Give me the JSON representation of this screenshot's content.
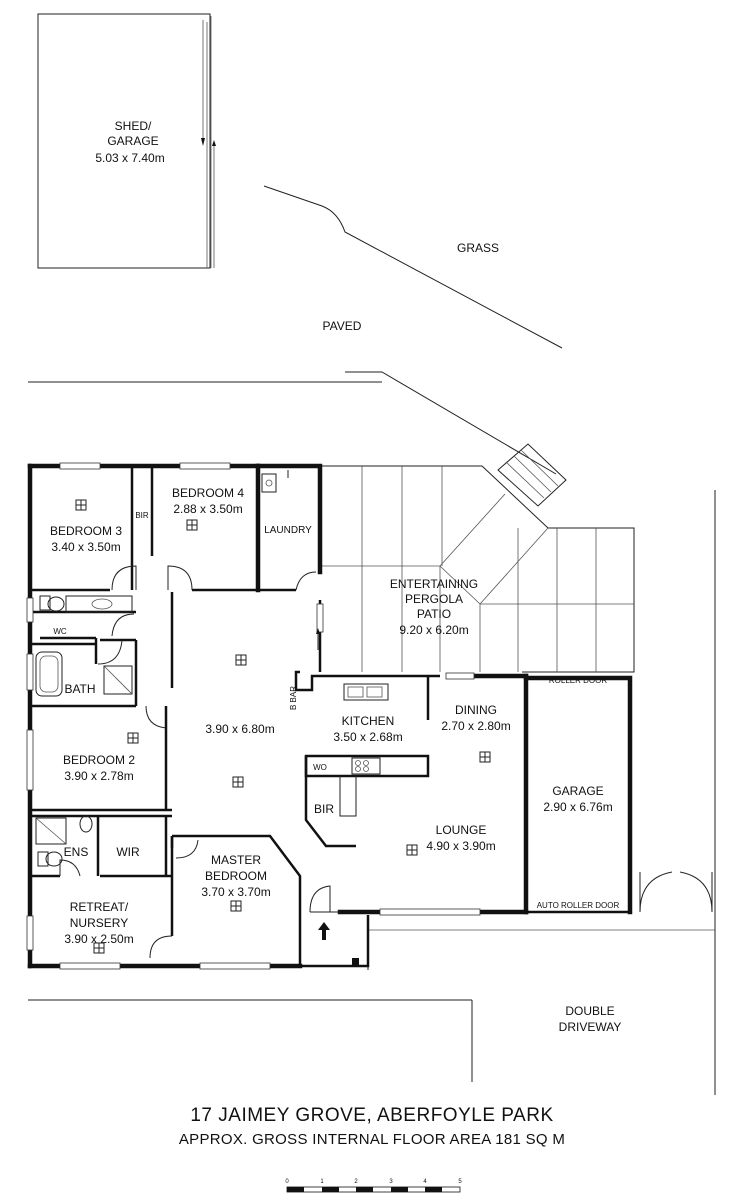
{
  "property": {
    "address": "17 JAIMEY GROVE, ABERFOYLE PARK",
    "area_line": "APPROX. GROSS INTERNAL FLOOR AREA  181 SQ M"
  },
  "outdoor": {
    "shed_line1": "SHED/",
    "shed_line2": "GARAGE",
    "shed_size": "5.03 x 7.40m",
    "grass": "GRASS",
    "paved": "PAVED",
    "double_driveway_line1": "DOUBLE",
    "double_driveway_line2": "DRIVEWAY"
  },
  "rooms": {
    "bedroom3_name": "BEDROOM 3",
    "bedroom3_size": "3.40 x 3.50m",
    "bir_top": "BIR",
    "bedroom4_name": "BEDROOM 4",
    "bedroom4_size": "2.88 x 3.50m",
    "laundry": "LAUNDRY",
    "pergola_line1": "ENTERTAINING",
    "pergola_line2": "PERGOLA",
    "pergola_line3": "PATIO",
    "pergola_size": "9.20 x 6.20m",
    "wc": "WC",
    "bath": "BATH",
    "b_bar": "B BAR",
    "hall_size": "3.90 x 6.80m",
    "kitchen_name": "KITCHEN",
    "kitchen_size": "3.50 x 2.68m",
    "dining_name": "DINING",
    "dining_size": "2.70 x 2.80m",
    "roller_door": "ROLLER DOOR",
    "bedroom2_name": "BEDROOM 2",
    "bedroom2_size": "3.90 x 2.78m",
    "wo": "WO",
    "bir_kitchen": "BIR",
    "garage_name": "GARAGE",
    "garage_size": "2.90 x 6.76m",
    "lounge_name": "LOUNGE",
    "lounge_size": "4.90 x 3.90m",
    "ens": "ENS",
    "wir": "WIR",
    "master_line1": "MASTER",
    "master_line2": "BEDROOM",
    "master_size": "3.70 x 3.70m",
    "retreat_line1": "RETREAT/",
    "retreat_line2": "NURSERY",
    "retreat_size": "3.90 x 2.50m",
    "auto_roller_door": "AUTO ROLLER DOOR"
  },
  "scale_bar": {
    "ticks": [
      "0",
      "1",
      "2",
      "3",
      "4",
      "5"
    ]
  }
}
